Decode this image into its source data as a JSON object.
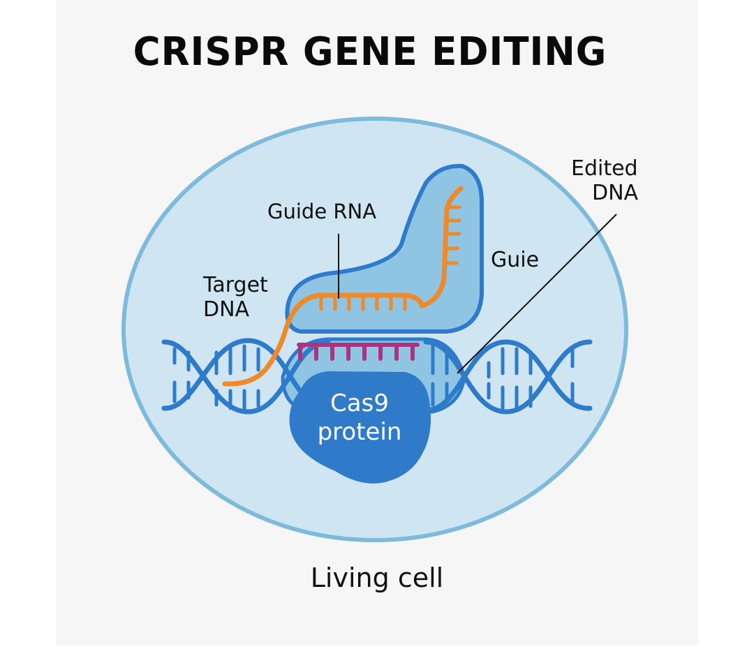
{
  "title": "CRISPR GENE EDITING",
  "labels": {
    "guide_rna": "Guide RNA",
    "target_dna_line1": "Target",
    "target_dna_line2": "DNA",
    "guie": "Guie",
    "edited_dna_line1": "Edited",
    "edited_dna_line2": "DNA",
    "cas9_line1": "Cas9",
    "cas9_line2": "protein",
    "caption": "Living cell"
  },
  "colors": {
    "cell_fill": "#cfe5f1",
    "cell_border": "#7dbadb",
    "dna_blue": "#2e7bcc",
    "rna_orange": "#ef8a2a",
    "complex_fill": "#8fc4e2",
    "cas9_fill": "#2f7bc9",
    "magenta": "#a8357d"
  }
}
